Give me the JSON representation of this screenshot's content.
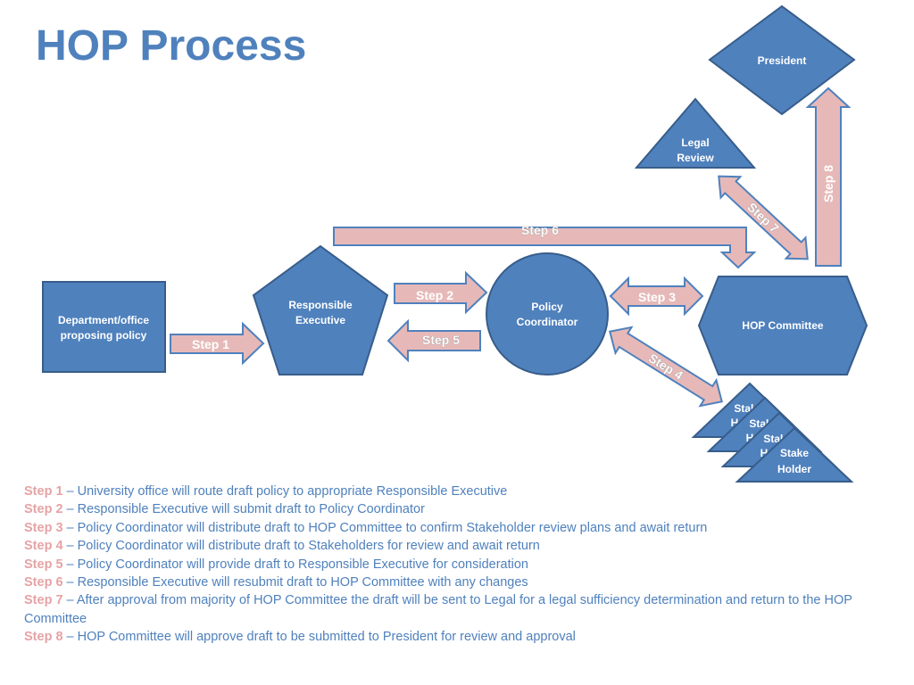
{
  "title": "HOP Process",
  "colors": {
    "node_fill": "#4f81bd",
    "node_stroke": "#385d8a",
    "arrow_fill": "#e6b9b8",
    "arrow_stroke": "#4f81bd",
    "title": "#4f81bd",
    "step_tag": "#e6a3a5",
    "body_text": "#4f81bd"
  },
  "nodes": {
    "department": [
      "Department/office",
      "proposing policy"
    ],
    "responsible_executive": [
      "Responsible",
      "Executive"
    ],
    "policy_coordinator": [
      "Policy",
      "Coordinator"
    ],
    "hop_committee": "HOP Committee",
    "legal_review": [
      "Legal",
      "Review"
    ],
    "president": "President",
    "stakeholder_partial": [
      "Stak",
      "H"
    ],
    "stakeholder": [
      "Stake",
      "Holder"
    ]
  },
  "arrows": {
    "step1": "Step 1",
    "step2": "Step 2",
    "step3": "Step 3",
    "step4": "Step 4",
    "step5": "Step 5",
    "step6": "Step 6",
    "step7": "Step 7",
    "step8": "Step 8"
  },
  "steps": [
    {
      "tag": "Step 1",
      "text": " – University office will route draft policy to appropriate Responsible Executive"
    },
    {
      "tag": "Step 2",
      "text": " – Responsible Executive will submit draft to Policy Coordinator"
    },
    {
      "tag": "Step 3",
      "text": " – Policy Coordinator will distribute draft to HOP Committee to confirm Stakeholder review plans and await return"
    },
    {
      "tag": "Step 4",
      "text": " – Policy Coordinator will distribute draft to Stakeholders for review and await return"
    },
    {
      "tag": "Step 5",
      "text": " – Policy Coordinator will provide draft to Responsible Executive for consideration"
    },
    {
      "tag": "Step 6",
      "text": " – Responsible Executive will resubmit draft to HOP Committee with any changes"
    },
    {
      "tag": "Step 7",
      "text": " – After approval from majority of HOP Committee the draft will be sent to Legal for a legal sufficiency determination and return to the HOP Committee"
    },
    {
      "tag": "Step 8",
      "text": " – HOP Committee will approve draft to be submitted to President for review and approval"
    }
  ]
}
